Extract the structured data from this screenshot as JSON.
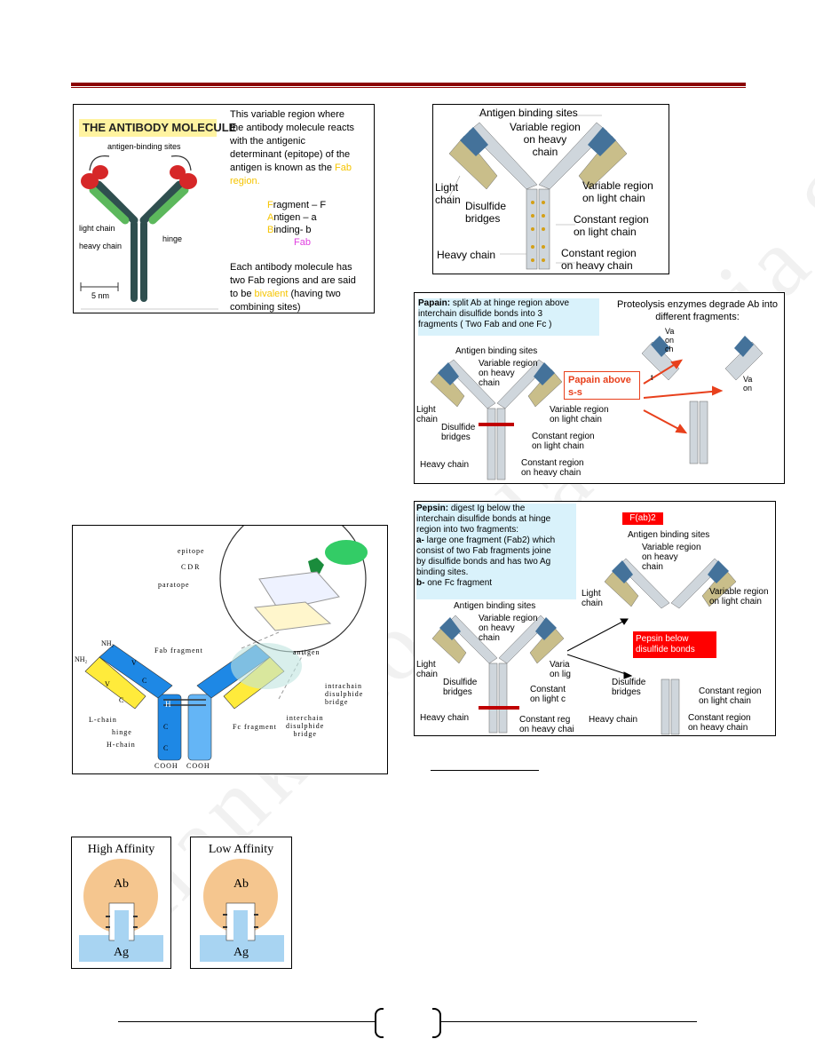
{
  "watermark": "Thanks to Sulaimania Suite",
  "fig1": {
    "banner": "THE ANTIBODY MOLECULE",
    "antigen_binding_sites": "antigen-binding sites",
    "light_chain": "light chain",
    "heavy_chain": "heavy chain",
    "hinge": "hinge",
    "scale": "5 nm",
    "text_lines": [
      "This variable region  where",
      "the antibody molecule reacts",
      "with the antigenic",
      "determinant   (epitope) of the",
      "antigen  is known  as the"
    ],
    "fab_region_1": "Fab",
    "fab_region_2": "region.",
    "fab_lines": [
      {
        "first": "F",
        "rest": "ragment –   F"
      },
      {
        "first": "A",
        "rest": "ntigen –    a"
      },
      {
        "first": "B",
        "rest": "inding-     b"
      }
    ],
    "fab_word": "Fab",
    "para_lines": [
      " Each antibody  molecule has",
      "two Fab regions and are said",
      "to  be "
    ],
    "bivalent": "bivalent",
    "para_end": " (having two",
    "para_last": "combining sites)"
  },
  "fig2": {
    "antigen_binding_sites": "Antigen binding sites",
    "variable_heavy": [
      "Variable region",
      "on heavy",
      "chain"
    ],
    "light_chain": [
      "Light",
      "chain"
    ],
    "disulfide": [
      "Disulfide",
      "bridges"
    ],
    "variable_light": [
      "Variable region",
      "on light chain"
    ],
    "constant_light": [
      "Constant region",
      "on light chain"
    ],
    "heavy_chain": "Heavy chain",
    "constant_heavy": [
      "Constant region",
      "on heavy chain"
    ]
  },
  "fig3": {
    "papain_head": "Papain:",
    "papain_text": [
      " split Ab at hinge region  above",
      "interchain disulfide bonds into 3",
      "fragments ( Two Fab and one Fc )"
    ],
    "proteolysis": [
      "Proteolysis enzymes degrade Ab into",
      "different fragments:"
    ],
    "callout": [
      "Papain above",
      "s-s"
    ],
    "antigen_binding_sites": "Antigen binding sites",
    "variable_heavy": [
      "Variable region",
      "on heavy",
      "chain"
    ],
    "light_chain": [
      "Light",
      "chain"
    ],
    "disulfide": [
      "Disulfide",
      "bridges"
    ],
    "variable_light": [
      "Variable region",
      "on light chain"
    ],
    "constant_light": [
      "Constant region",
      "on light chain"
    ],
    "heavy_chain": "Heavy chain",
    "constant_heavy": [
      "Constant region",
      "on heavy chain"
    ],
    "frag_labels": [
      "Va",
      "on",
      "ch",
      "t",
      "Va",
      "on"
    ]
  },
  "fig4": {
    "labels": {
      "epitope": "epitope",
      "cdr": "CDR",
      "paratope": "paratope",
      "nh2_a": "NH₂",
      "nh2_b": "NH₂",
      "vh": "V",
      "vl": "V",
      "ch1": "C",
      "cl": "C",
      "fab_fragment": "Fab fragment",
      "antigen": "antigen",
      "h": "H",
      "ch2": "C",
      "ch3": "C",
      "l_chain": "L-chain",
      "hinge": "hinge",
      "h_chain": "H-chain",
      "fc_fragment": "Fc fragment",
      "intrachain": [
        "intrachain",
        "disulphide",
        "bridge"
      ],
      "interchain": [
        "interchain",
        "disulphide",
        "bridge"
      ],
      "cooh1": "COOH",
      "cooh2": "COOH"
    }
  },
  "fig5": {
    "pepsin_head": "Pepsin:",
    "pepsin_lines": [
      " digest Ig below the",
      "interchain disulfide bonds at hinge",
      "region into two fragments:"
    ],
    "a_head": "a-",
    "a_lines": [
      " large one fragment (Fab2) which",
      "consist of two Fab fragments joine",
      "by disulfide bonds and has two Ag",
      "binding sites."
    ],
    "b_head": "b-",
    "b_line": " one Fc fragment",
    "fab2": "F(ab)2",
    "pepsin_callout": [
      "Pepsin  below",
      "disulfide bonds"
    ],
    "left": {
      "antigen_binding_sites": "Antigen binding sites",
      "variable_heavy": [
        "Variable region",
        "on heavy",
        "chain"
      ],
      "light_chain": [
        "Light",
        "chain"
      ],
      "disulfide": [
        "Disulfide",
        "bridges"
      ],
      "variable_light": [
        "Varia",
        "on lig"
      ],
      "constant_light": [
        "Constant",
        "on light c"
      ],
      "heavy_chain": "Heavy chain",
      "constant_heavy": [
        "Constant reg",
        "on heavy chai"
      ]
    },
    "right": {
      "antigen_binding_sites": "Antigen binding sites",
      "variable_heavy": [
        "Variable region",
        "on heavy",
        "chain"
      ],
      "light_chain": [
        "Light",
        "chain"
      ],
      "disulfide": [
        "Disulfide",
        "bridges"
      ],
      "variable_light": [
        "Variable region",
        "on light chain"
      ],
      "constant_light": [
        "Constant region",
        "on light chain"
      ],
      "heavy_chain": "Heavy chain",
      "constant_heavy": [
        "Constant region",
        "on heavy chain"
      ]
    }
  },
  "fig6": {
    "high": {
      "title": "High Affinity",
      "ab": "Ab",
      "ag": "Ag"
    },
    "low": {
      "title": "Low Affinity",
      "ab": "Ab",
      "ag": "Ag"
    }
  },
  "colors": {
    "accent": "#8b0000",
    "highlight": "#ffd700",
    "fab_magenta": "#e040e0",
    "callout_red": "#ff0000",
    "info_bg": "#d9f2fb"
  }
}
